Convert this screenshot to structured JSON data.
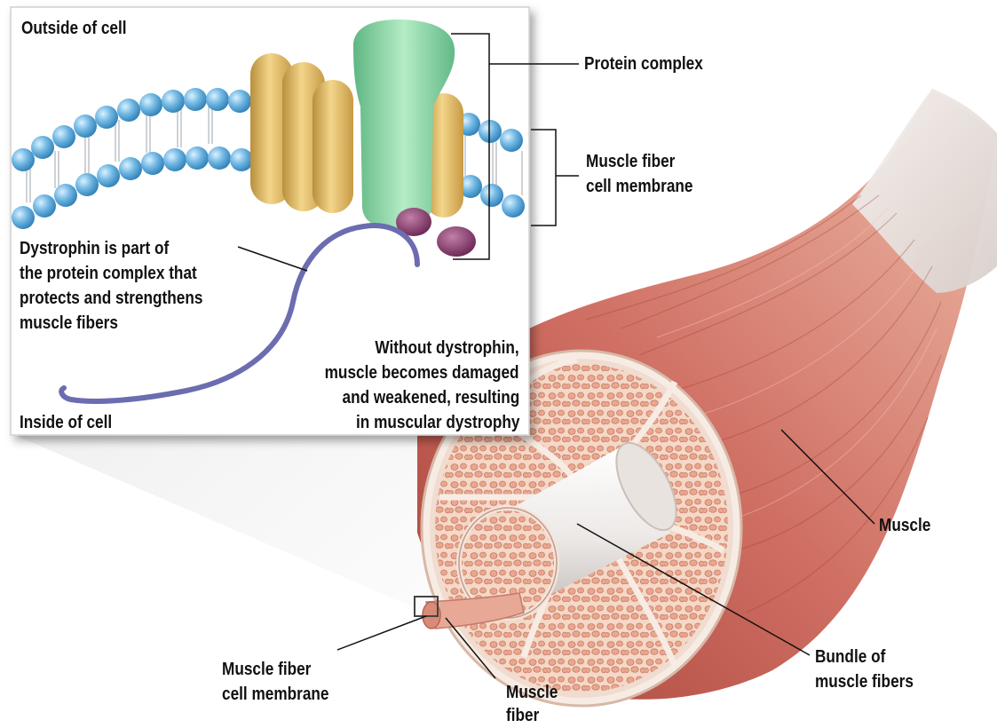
{
  "labels": {
    "outside_cell": "Outside of cell",
    "inside_cell": "Inside of cell",
    "protein_complex": "Protein complex",
    "membrane_top_line1": "Muscle fiber",
    "membrane_top_line2": "cell membrane",
    "dystrophin_bold": "Dystrophin",
    "dystrophin_rest1": " is part of",
    "dystrophin_line2": "the protein complex that",
    "dystrophin_line3": "protects and strengthens",
    "dystrophin_line4": "muscle fibers",
    "without_line1": "Without dystrophin,",
    "without_line2": "muscle becomes damaged",
    "without_line3": "and weakened, resulting",
    "without_line4": "in muscular dystrophy",
    "muscle": "Muscle",
    "bundle_line1": "Bundle of",
    "bundle_line2": "muscle fibers",
    "membrane_bottom_line1": "Muscle fiber",
    "membrane_bottom_line2": "cell membrane",
    "fiber_line1": "Muscle",
    "fiber_line2": "fiber"
  },
  "colors": {
    "muscle": "#c9655a",
    "muscle_light": "#e7a996",
    "tendon": "#ece6e2",
    "phospholipid_head": "#6fb6e2",
    "protein_yellow": "#e6bf6a",
    "protein_green": "#8fd4a6",
    "protein_purple": "#8a3d6e",
    "dystrophin": "#6c6cb0",
    "fiber_tissue": "#f3d2bf"
  }
}
